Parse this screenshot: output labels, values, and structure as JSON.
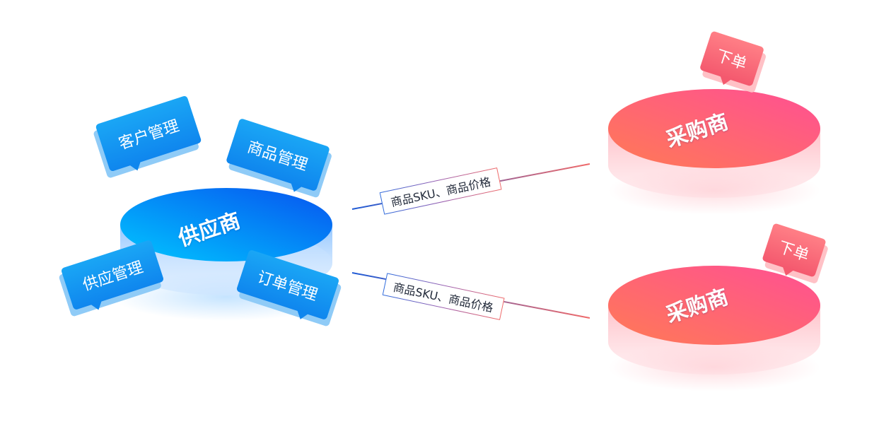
{
  "supplier": {
    "label": "供应商",
    "tags": {
      "customer_mgmt": "客户管理",
      "product_mgmt": "商品管理",
      "supply_mgmt": "供应管理",
      "order_mgmt": "订单管理"
    }
  },
  "buyers": [
    {
      "label": "采购商",
      "tag": "下单"
    },
    {
      "label": "采购商",
      "tag": "下单"
    }
  ],
  "flows": [
    {
      "label": "商品SKU、商品价格"
    },
    {
      "label": "商品SKU、商品价格"
    }
  ],
  "colors": {
    "supplier_top_start": "#00c0ff",
    "supplier_top_end": "#0a5cf0",
    "buyer_top_start": "#ff7a5a",
    "buyer_top_end": "#ff4f8e",
    "connector_start": "#1f5bd6",
    "connector_end": "#f06a6a"
  }
}
